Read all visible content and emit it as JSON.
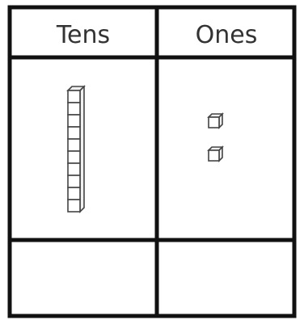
{
  "headers": {
    "tens": "Tens",
    "ones": "Ones"
  },
  "model": {
    "tens_rods": 1,
    "rod_units": 10,
    "ones_cubes": 2
  },
  "answer_row": {
    "tens": "",
    "ones": ""
  },
  "colors": {
    "lines": "#111111",
    "text": "#333333",
    "block_outline": "#444444"
  }
}
